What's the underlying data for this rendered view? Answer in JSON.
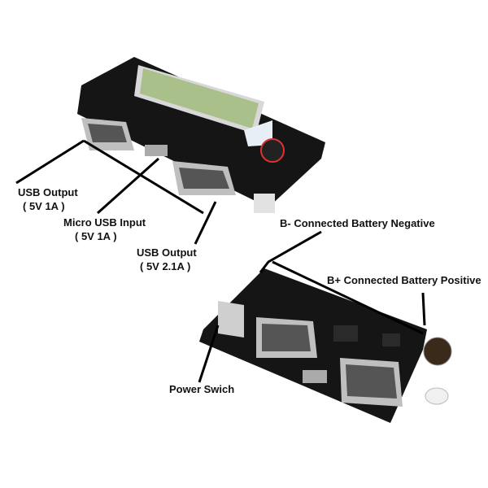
{
  "labels": {
    "usb_output_1": {
      "title": "USB Output",
      "spec": "( 5V 1A )"
    },
    "micro_usb_input": {
      "title": "Micro USB Input",
      "spec": "( 5V 1A )"
    },
    "usb_output_2": {
      "title": "USB Output",
      "spec": "( 5V 2.1A )"
    },
    "battery_negative": "B- Connected Battery Negative",
    "battery_positive": "B+ Connected Battery Positive",
    "power_switch": "Power Swich"
  },
  "colors": {
    "board": "#151515",
    "lcd": "#a9c08a",
    "usb_metal": "#c9c9c9",
    "line": "#000000"
  }
}
